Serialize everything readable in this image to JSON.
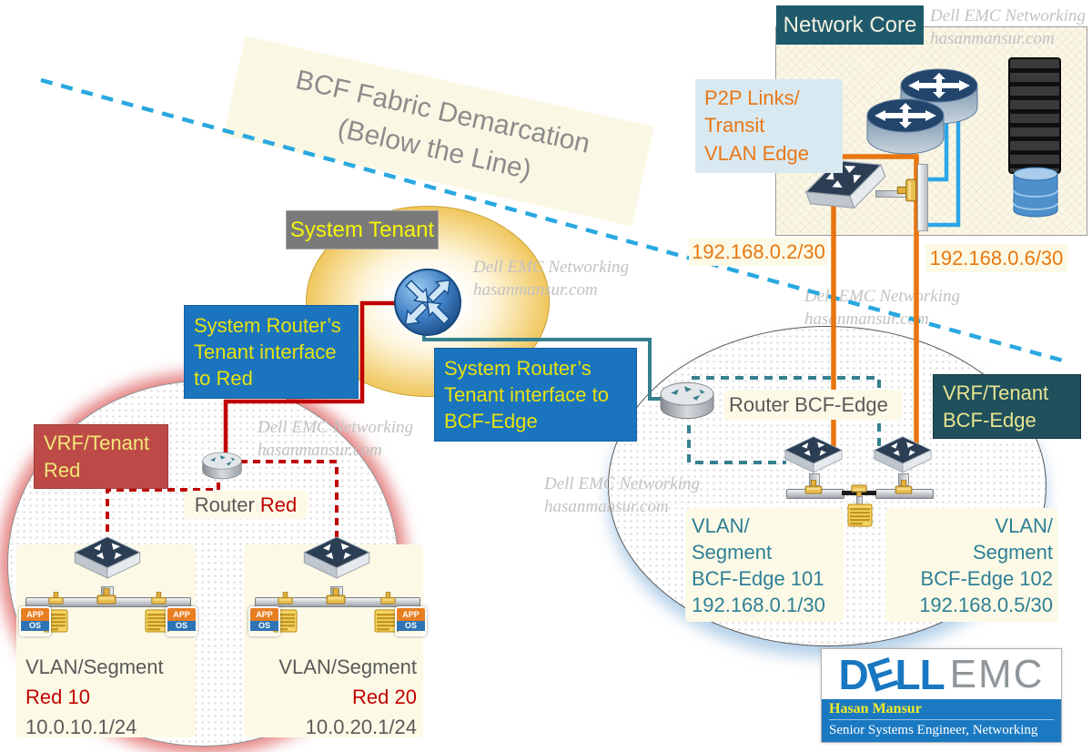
{
  "watermark": {
    "line1": "Dell EMC Networking",
    "line2": "hasanmansur.com"
  },
  "title": {
    "line1": "BCF Fabric Demarcation",
    "line2": "(Below the Line)"
  },
  "network_core": {
    "header": "Network Core"
  },
  "p2p": {
    "line1": "P2P Links/",
    "line2": "Transit",
    "line3": "VLAN Edge"
  },
  "ip_links": {
    "left": "192.168.0.2/30",
    "right": "192.168.0.6/30"
  },
  "system_tenant": {
    "label": "System Tenant"
  },
  "callout_to_red": {
    "line1": "System Router’s",
    "line2": "Tenant interface",
    "line3": "to Red"
  },
  "callout_to_bcf": {
    "line1": "System Router’s",
    "line2": "Tenant interface to",
    "line3": "BCF-Edge"
  },
  "vrf_red": {
    "line1": "VRF/Tenant",
    "line2": "Red"
  },
  "vrf_bcf": {
    "line1": "VRF/Tenant",
    "line2": "BCF-Edge"
  },
  "router_red": {
    "prefix": "Router ",
    "name": "Red"
  },
  "router_bcf": {
    "label": "Router BCF-Edge"
  },
  "segment_red10": {
    "line1": "VLAN/Segment",
    "line2": "Red 10",
    "line3": "10.0.10.1/24"
  },
  "segment_red20": {
    "line1": "VLAN/Segment",
    "line2": "Red 20",
    "line3": "10.0.20.1/24"
  },
  "segment_edge101": {
    "line1": "VLAN/",
    "line2": "Segment",
    "line3": "BCF-Edge 101",
    "line4": "192.168.0.1/30"
  },
  "segment_edge102": {
    "line1": "VLAN/",
    "line2": "Segment",
    "line3": "BCF-Edge 102",
    "line4": "192.168.0.5/30"
  },
  "app_os": {
    "app": "APP",
    "os": "OS"
  },
  "logo": {
    "dell_d": "D",
    "dell_e": "E",
    "dell_ll": "LL",
    "emc": "EMC",
    "name": "Hasan Mansur",
    "role": "Senior Systems Engineer, Networking"
  },
  "colors": {
    "accent_orange": "#E8750E",
    "accent_cyan": "#29A8E0",
    "accent_red": "#C00000",
    "accent_teal": "#31849B",
    "callout_blue": "#1B74BE",
    "brick_red": "#BD4A46",
    "dark_teal_box": "#1F505C",
    "header_teal": "#1E5A6B",
    "pale_label_bg": "#FCFAE6",
    "text_gray": "#595959"
  }
}
